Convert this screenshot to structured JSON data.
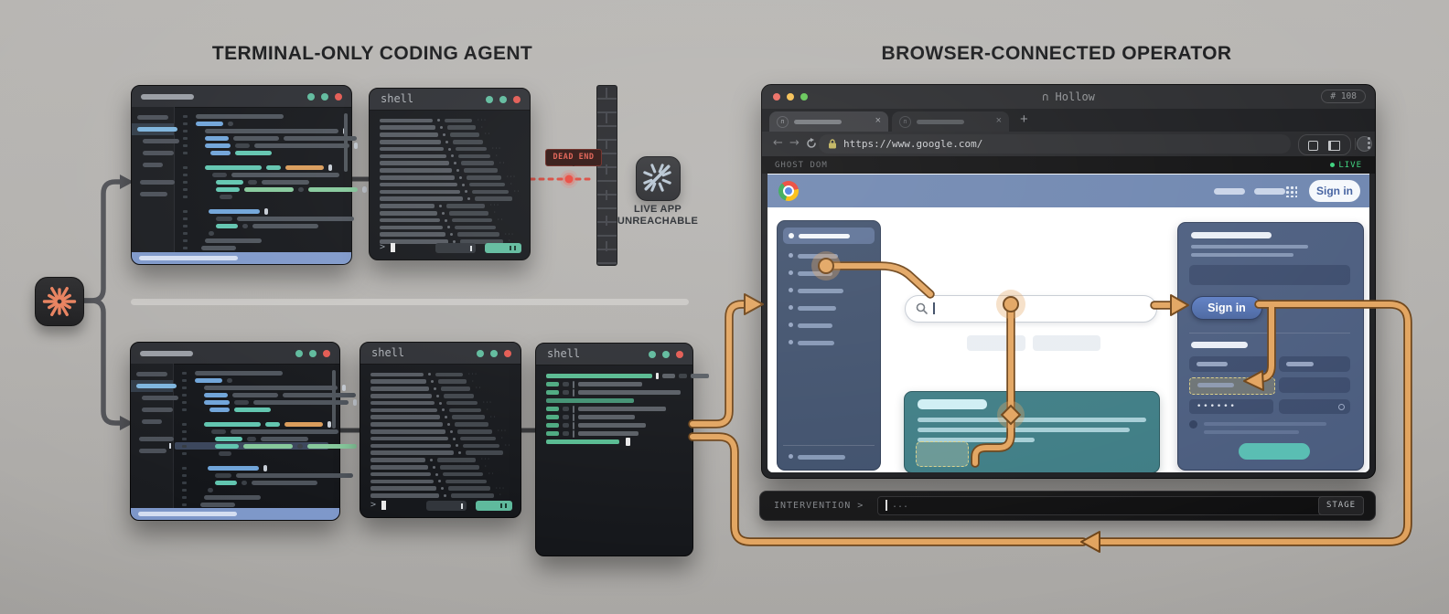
{
  "titles": {
    "left": "TERMINAL-ONLY CODING AGENT",
    "right": "BROWSER-CONNECTED OPERATOR"
  },
  "colors": {
    "accent-orange": "#e2a45f",
    "accent-orange-dark": "#6e4418",
    "wire-gray": "#515257",
    "dead-red": "#d9463a",
    "live-green": "#3bd27d",
    "mac-red": "#ed6a5f",
    "mac-yellow": "#f5bf50",
    "mac-green": "#62c554",
    "term-teal": "#5cb99b",
    "term-red": "#e2574f",
    "status-blue": "#7d97c9",
    "page-header-blue": "#6d85af",
    "sidebar-blue": "#3e4f6b",
    "panel-blue": "#4a5c7e",
    "teal-panel": "#3d7c84",
    "signin-blue": "#5878bc",
    "button-teal": "#58bdb2",
    "code-blue": "#6ea3d8",
    "code-teal": "#5fc4ae",
    "code-green": "#84c89a",
    "code-orange": "#d99a57",
    "starburst-orange": "#e8815e"
  },
  "left": {
    "shell_title": "shell",
    "prompt": ">",
    "dead_end": "DEAD END",
    "unreach1": "LIVE APP",
    "unreach2": "UNREACHABLE"
  },
  "browser": {
    "title_icon": "∩",
    "title": "Hollow",
    "badge": "# 108",
    "tab_icon": "∩",
    "close_glyph": "×",
    "new_tab": "+",
    "nav": {
      "back": "←",
      "forward": "→",
      "url": "https://www.google.com/"
    },
    "ghost_dom": "GHOST DOM",
    "live": "LIVE",
    "page": {
      "sign_in_top": "Sign in",
      "sign_in_button": "Sign in",
      "password_mask": "••••••"
    }
  },
  "intervention": {
    "label": "INTERVENTION >",
    "value": "...",
    "stage": "STAGE"
  }
}
